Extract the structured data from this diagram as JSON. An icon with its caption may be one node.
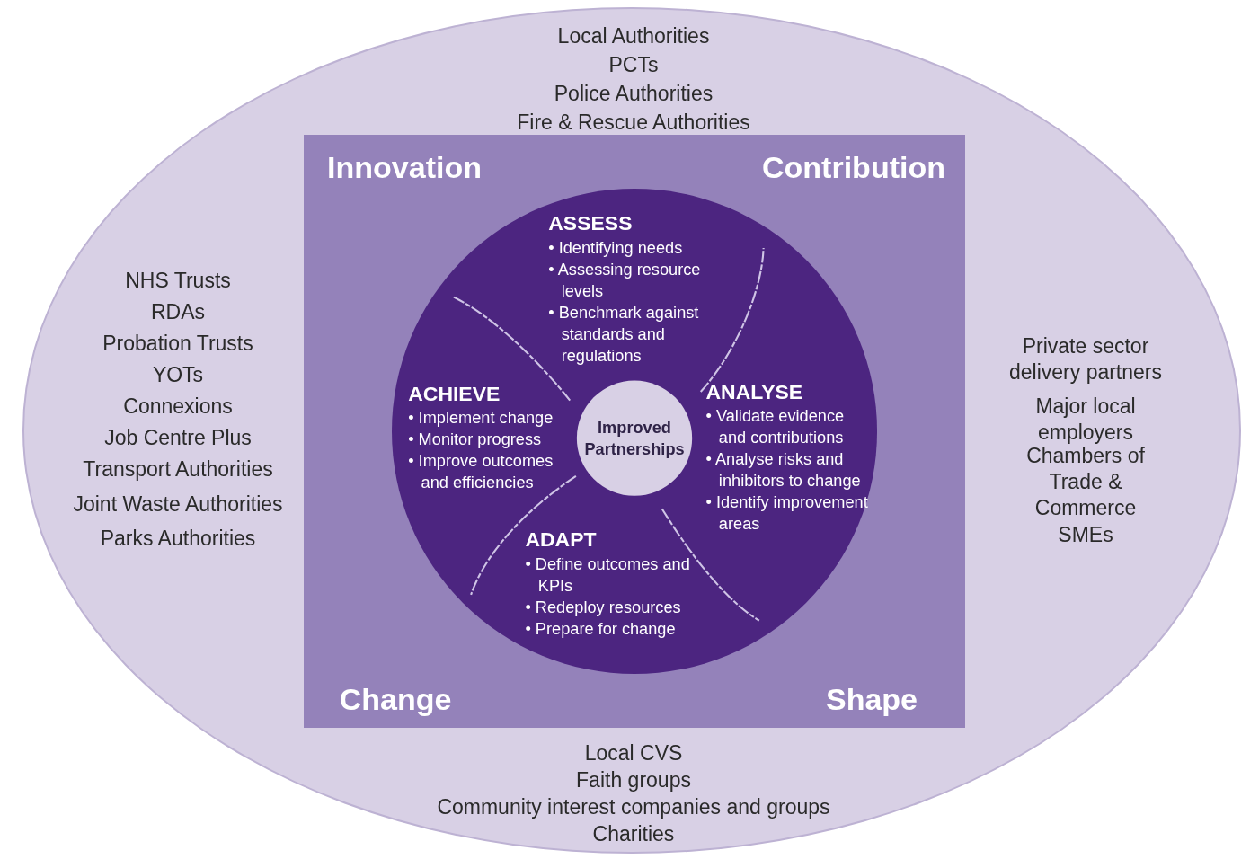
{
  "diagram": {
    "nodes": [
      {
        "text": [
          "Local Authorities",
          "PCTs",
          "Police Authorities",
          "Fire & Rescue Authorities",
          "NHS Trusts",
          "RDAs",
          "Probation Trusts",
          "YOTs",
          "Connexions",
          "Job Centre Plus",
          "Transport Authorities",
          "Joint Waste Authorities",
          "Parks Authorities",
          "Private sector delivery partners",
          "Major local employers",
          "Chambers of Trade & Commerce",
          "SMEs",
          "Local CVS",
          "Faith groups",
          "Community interest companies and groups",
          "Charities"
        ]
      },
      {
        "text": [
          "Innovation",
          "Contribution",
          "Change",
          "Shape"
        ],
        "in": 0
      },
      {
        "text": [],
        "shape": "circle",
        "in": 1
      },
      {
        "text": [
          "ASSESS",
          "• Identifying needs",
          "• Assessing resource levels",
          "• Benchmark against standards and regulations"
        ],
        "in": 2
      },
      {
        "text": [
          "ACHIEVE",
          "• Implement change",
          "• Monitor progress",
          "• Improve outcomes and efficiencies"
        ],
        "in": 2
      },
      {
        "text": [
          "ANALYSE",
          "• Validate evidence and contributions",
          "• Analyse risks and inhibitors to change",
          "• Identify improvement areas"
        ],
        "in": 2
      },
      {
        "text": [
          "ADAPT",
          "• Define outcomes and KPIs",
          "• Redeploy resources",
          "• Prepare for change"
        ],
        "in": 2
      },
      {
        "text": [
          "Improved Partnerships"
        ],
        "in": 2
      }
    ]
  }
}
